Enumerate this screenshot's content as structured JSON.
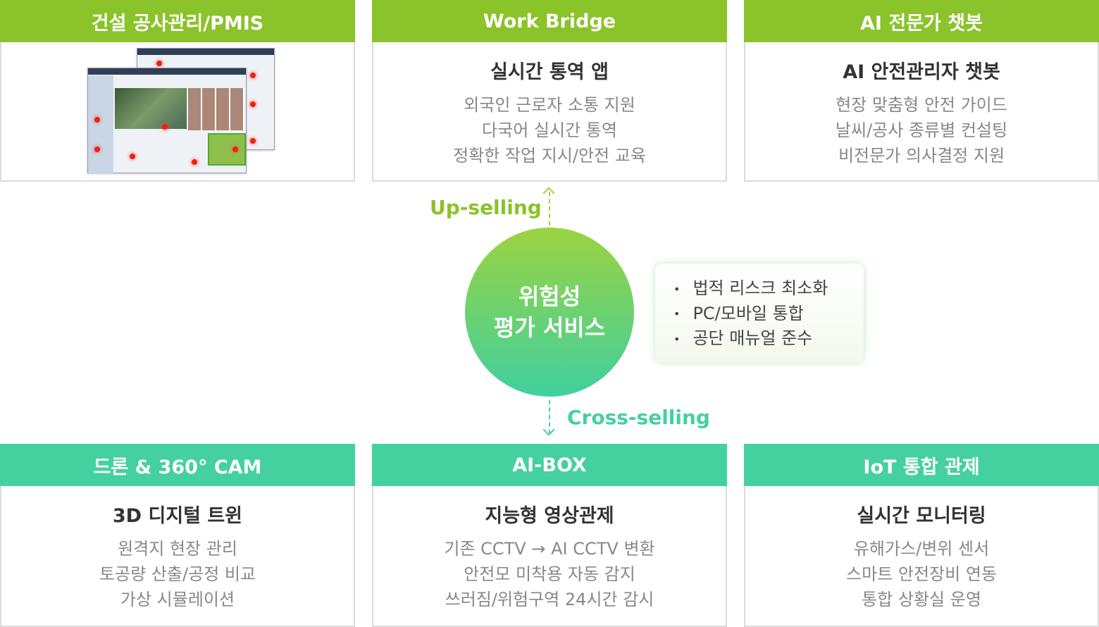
{
  "top_cards": [
    {
      "title": "건설 공사관리/PMIS",
      "subtitle": "",
      "lines": []
    },
    {
      "title": "Work Bridge",
      "subtitle": "실시간 통역 앱",
      "lines": [
        "외국인 근로자 소통 지원",
        "다국어 실시간 통역",
        "정확한 작업 지시/안전 교육"
      ]
    },
    {
      "title": "AI 전문가 챗봇",
      "subtitle": "AI 안전관리자 챗봇",
      "lines": [
        "현장 맞춤형 안전 가이드",
        "날씨/공사 종류별 컨설팅",
        "비전문가 의사결정 지원"
      ]
    }
  ],
  "center": {
    "line1": "위험성",
    "line2": "평가 서비스",
    "up_label": "Up-selling",
    "cross_label": "Cross-selling",
    "features": [
      "법적 리스크 최소화",
      "PC/모바일 통합",
      "공단 매뉴얼 준수"
    ]
  },
  "bottom_cards": [
    {
      "title": "드론 & 360° CAM",
      "subtitle": "3D 디지털 트윈",
      "lines": [
        "원격지 현장 관리",
        "토공량 산출/공정 비교",
        "가상 시뮬레이션"
      ]
    },
    {
      "title": "AI-BOX",
      "subtitle": "지능형 영상관제",
      "lines": [
        "기존 CCTV → AI  CCTV 변환",
        "안전모 미착용 자동 감지",
        "쓰러짐/위험구역 24시간 감시"
      ]
    },
    {
      "title": "IoT 통합 관제",
      "subtitle": "실시간 모니터링",
      "lines": [
        "유해가스/변위 센서",
        "스마트 안전장비 연동",
        "통합 상황실 운영"
      ]
    }
  ],
  "colors": {
    "green": "#8ac32a",
    "teal": "#44d19f"
  }
}
